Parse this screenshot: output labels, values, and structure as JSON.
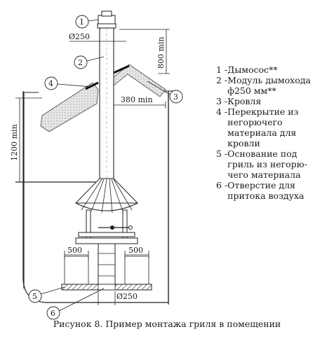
{
  "dimensions": {
    "flue_diameter_top": "Ø250",
    "clearance_top": "800 min",
    "roof_clearance": "380 min",
    "ceiling_height": "1200 min",
    "base_left": "500",
    "base_right": "500",
    "opening_diameter": "Ø250"
  },
  "callouts": [
    "1",
    "2",
    "3",
    "4",
    "5",
    "6"
  ],
  "legend": [
    {
      "num": "1 - ",
      "text": "Дымосос**"
    },
    {
      "num": "2 - ",
      "text": "Модуль дымохода\nф250 мм**"
    },
    {
      "num": "3 - ",
      "text": "Кровля"
    },
    {
      "num": "4 - ",
      "text": "Перекрытие из\nнегорючего\nматериала для\nкровли"
    },
    {
      "num": "5 - ",
      "text": "Основание под\nгриль из негорю-\nчего материала"
    },
    {
      "num": "6 - ",
      "text": "Отверстие для\nпритока воздуха"
    }
  ],
  "caption": "Рисунок 8. Пример монтажа гриля в помещении"
}
